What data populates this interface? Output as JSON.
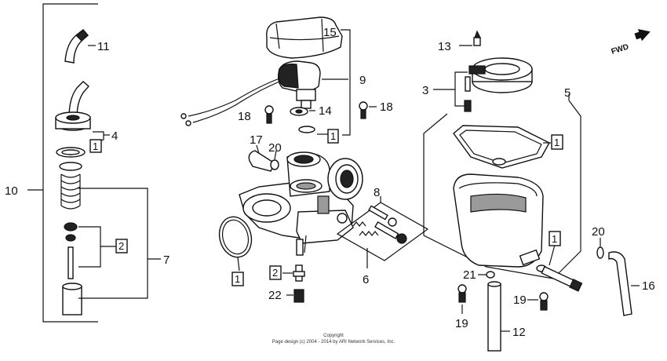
{
  "callouts": {
    "c1": "1",
    "c1b": "1",
    "c1c": "1",
    "c1d": "1",
    "c1e": "1",
    "c2a": "2",
    "c2b": "2",
    "c3": "3",
    "c4": "4",
    "c5": "5",
    "c6": "6",
    "c7": "7",
    "c8": "8",
    "c9": "9",
    "c10": "10",
    "c11": "11",
    "c12": "12",
    "c13": "13",
    "c14": "14",
    "c15": "15",
    "c16": "16",
    "c17": "17",
    "c18a": "18",
    "c18b": "18",
    "c19a": "19",
    "c19b": "19",
    "c20a": "20",
    "c20b": "20",
    "c21": "21",
    "c22": "22"
  },
  "fwd": "FWD",
  "copyright": {
    "line1": "Copyright",
    "line2": "Page design (c) 2004 - 2014 by ARI Network Services, Inc."
  }
}
